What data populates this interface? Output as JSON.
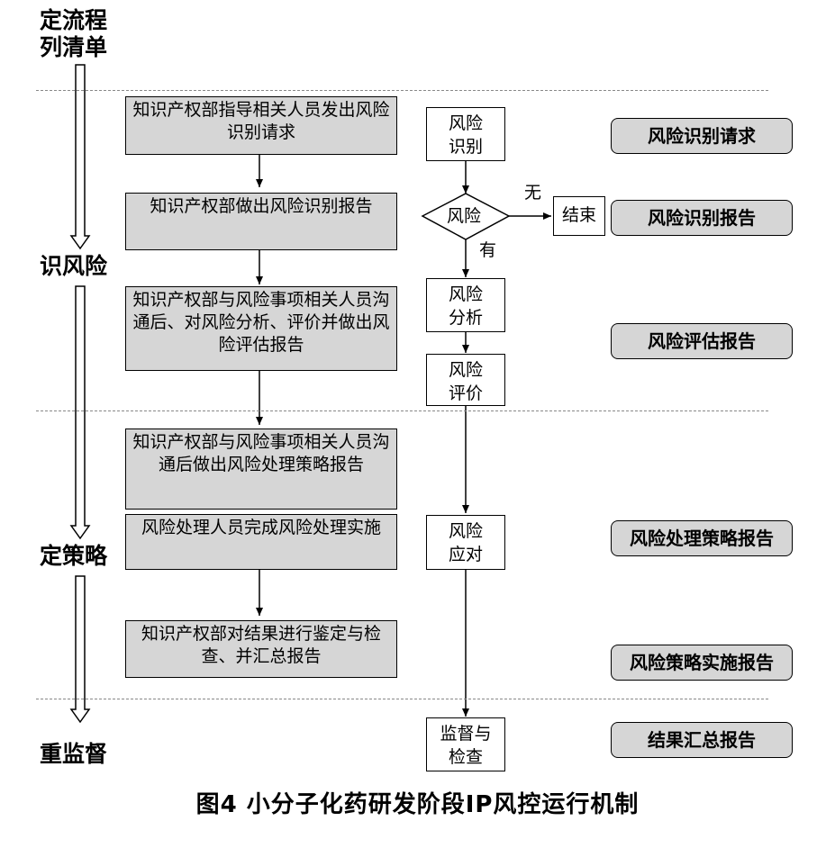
{
  "stages": {
    "s1": "定流程\n列清单",
    "s2": "识风险",
    "s3": "定策略",
    "s4": "重监督"
  },
  "steps": [
    "知识产权部指导相关人员发出风险识别请求",
    "知识产权部做出风险识别报告",
    "知识产权部与风险事项相关人员沟通后、对风险分析、评价并做出风险评估报告",
    "知识产权部与风险事项相关人员沟通后做出风险处理策略报告",
    "风险处理人员完成风险处理实施",
    "知识产权部对结果进行鉴定与检查、并汇总报告"
  ],
  "flow": {
    "identify": "风险\n识别",
    "decision": "风险",
    "no_label": "无",
    "yes_label": "有",
    "end": "结束",
    "analyze": "风险\n分析",
    "evaluate": "风险\n评价",
    "respond": "风险\n应对",
    "monitor": "监督与\n检查"
  },
  "reports": [
    "风险识别请求",
    "风险识别报告",
    "风险评估报告",
    "风险处理策略报告",
    "风险策略实施报告",
    "结果汇总报告"
  ],
  "caption": "图4  小分子化药研发阶段IP风控运行机制"
}
